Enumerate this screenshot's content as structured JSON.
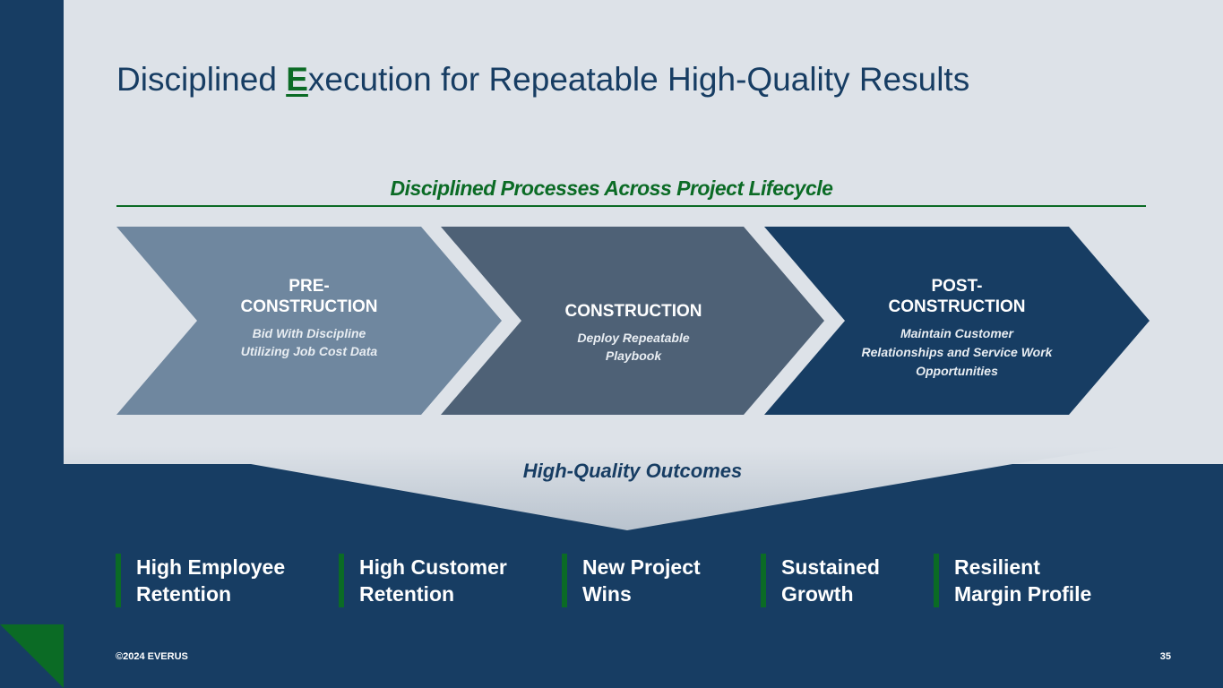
{
  "title": {
    "prefix": "Disciplined ",
    "highlight": "E",
    "rest": "xecution for Repeatable High-Quality Results"
  },
  "subtitle": "Disciplined Processes Across Project Lifecycle",
  "steps": [
    {
      "heading": "PRE-\nCONSTRUCTION",
      "desc": "Bid With Discipline Utilizing Job Cost Data"
    },
    {
      "heading": "CONSTRUCTION",
      "desc": "Deploy Repeatable Playbook"
    },
    {
      "heading": "POST-\nCONSTRUCTION",
      "desc": "Maintain Customer Relationships and Service Work Opportunities"
    }
  ],
  "outcomes_title": "High-Quality Outcomes",
  "outcomes": [
    "High Employee\nRetention",
    "High Customer\nRetention",
    "New Project\nWins",
    "Sustained\nGrowth",
    "Resilient\nMargin Profile"
  ],
  "footer": {
    "copyright": "©2024 EVERUS",
    "page": "35"
  },
  "colors": {
    "navy": "#173d63",
    "green": "#0b6b25",
    "step1": "#6f879f",
    "step2": "#4e6176",
    "panel": "#dde2e8"
  }
}
